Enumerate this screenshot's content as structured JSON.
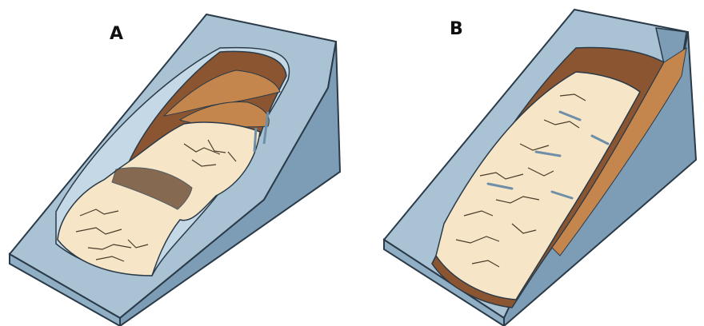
{
  "figure": {
    "panels": [
      {
        "label": "A",
        "description_type": "rotational-slide"
      },
      {
        "label": "B",
        "description_type": "translational-slide"
      }
    ],
    "colors": {
      "block_top": "#a9c2d4",
      "block_side": "#7c9db5",
      "block_front": "#91afc4",
      "outline": "#2a3a48",
      "scarp_brown": "#8a5530",
      "scarp_light": "#c4864d",
      "debris": "#f6e6c7",
      "crack": "#4a3a2a",
      "slump_blue": "#6f8fa8"
    }
  }
}
